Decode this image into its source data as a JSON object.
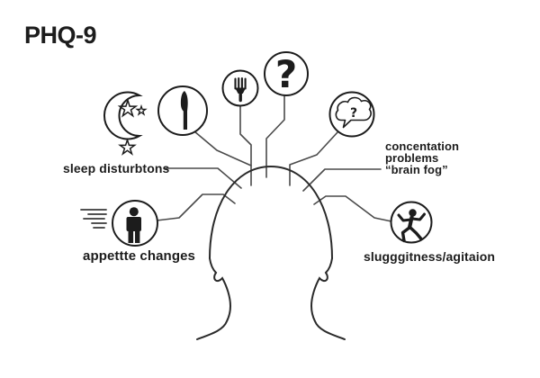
{
  "title": "PHQ-9",
  "colors": {
    "ink": "#1c1c1c",
    "line": "#4a4a4a",
    "background": "#ffffff"
  },
  "labels": {
    "sleep": "sleep disturbtons",
    "concentration_line1": "concentation",
    "concentration_line2": "problems",
    "concentration_line3": "“brain fog”",
    "appetite": "appettte changes",
    "sluggishness": "slugggitness/agitaion"
  },
  "icons": {
    "moon_stars": "moon-stars-icon",
    "knife": "knife-icon",
    "fork": "fork-icon",
    "question_mark": "question-mark-icon",
    "thought_bubble": "thought-bubble-question-icon",
    "standing_person": "standing-person-icon",
    "dancing_person": "dancing-person-icon",
    "question_glyph": "?",
    "thought_question_glyph": "?"
  },
  "figure": {
    "subject": "head-and-shoulders outline"
  }
}
